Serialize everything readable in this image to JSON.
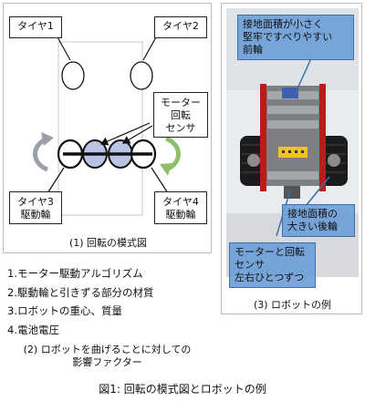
{
  "diagram": {
    "tire1": "タイヤ1",
    "tire2": "タイヤ2",
    "motor_label": [
      "モーター",
      "回転",
      "センサ"
    ],
    "tire3": [
      "タイヤ3",
      "駆動輪"
    ],
    "tire4": [
      "タイヤ4",
      "駆動輪"
    ],
    "caption": "(1) 回転の模式図"
  },
  "factors": {
    "items": [
      "1.モーター駆動アルゴリズム",
      "2.駆動輪と引きずる部分の材質",
      "3.ロボットの重心、質量",
      "4.電池電圧"
    ],
    "caption": [
      "(2) ロボットを曲げることに対しての",
      "影響ファクター"
    ]
  },
  "photo": {
    "callout_front": [
      "接地面積が小さく",
      "堅牢ですべりやすい",
      "前輪"
    ],
    "callout_rear": [
      "接地面積の",
      "大きい後輪"
    ],
    "callout_motor": [
      "モーターと回転",
      "センサ",
      "左右ひとつずつ"
    ],
    "caption": "(3) ロボットの例"
  },
  "figure_caption": "図1: 回転の模式図とロボットの例",
  "colors": {
    "sensor_fill": "#b9c3e3",
    "left_arrow": "#9aa0a8",
    "right_arrow": "#8fbf6a",
    "callout": "#6ea0d7",
    "robot_red": "#c0191c"
  }
}
